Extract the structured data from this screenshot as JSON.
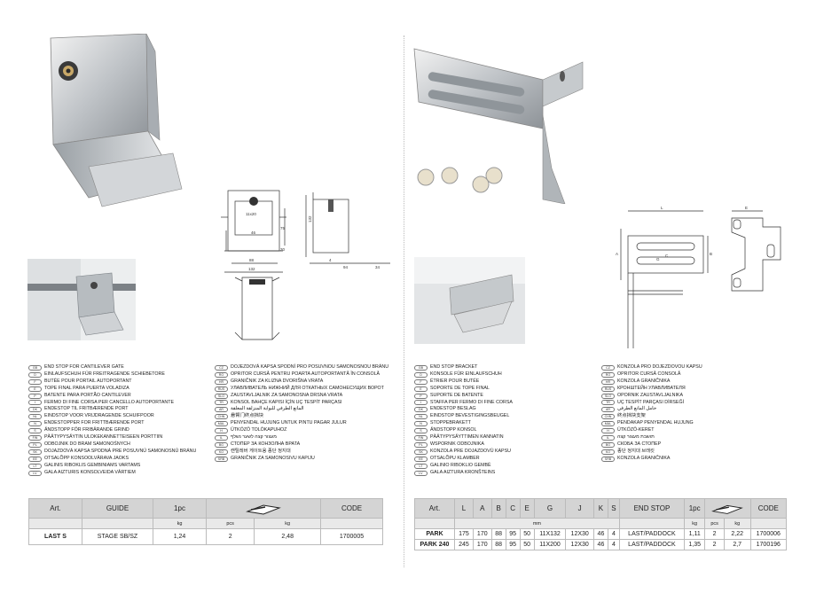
{
  "left": {
    "drawing_front": {
      "dim_top": "11x20",
      "dim_46": "46",
      "dim_75": "75",
      "dim_88": "88",
      "dim_132": "132",
      "dim_30": "30"
    },
    "drawing_side": {
      "dim_132": "132",
      "dim_4": "4",
      "dim_94": "94",
      "dim_34": "34"
    },
    "languages": [
      {
        "code": "GB",
        "text": "END STOP FOR CANTILEVER GATE"
      },
      {
        "code": "D",
        "text": "EINLAUFSCHUH FÜR FREITRAGENDE SCHIEBETORE"
      },
      {
        "code": "F",
        "text": "BUTÉE POUR PORTAIL AUTOPORTANT"
      },
      {
        "code": "E",
        "text": "TOPE FINAL PARA PUERTA VOLADIZA"
      },
      {
        "code": "P",
        "text": "BATENTE PARA PORTÃO CANTILEVER"
      },
      {
        "code": "I",
        "text": "FERMO DI FINE CORSA PER CANCELLO AUTOPORTANTE"
      },
      {
        "code": "DK",
        "text": "ENDESTOP TIL FRITBÆRENDE PORT"
      },
      {
        "code": "NL",
        "text": "EINDSTOP VOOR VRIJDRAGENDE SCHUIFPOOR"
      },
      {
        "code": "N",
        "text": "ENDESTOPPER FOR FRITTBÆRENDE PORT"
      },
      {
        "code": "S",
        "text": "ÄNDSTOPP FÖR FRIBÄRANDE GRIND"
      },
      {
        "code": "FIN",
        "text": "PÄÄTYPYSÄYTIN ULOKEKANNETTEISEEN PORTTIIN"
      },
      {
        "code": "PL",
        "text": "ODBOJNIK DO BRAM SAMONOŚNYCH"
      },
      {
        "code": "SK",
        "text": "DOJAZDOVÁ KAPSA SPODNÁ PRE POSUVNÚ SAMONOSNÚ BRÁNU"
      },
      {
        "code": "EE",
        "text": "OTSALÕPP KONSOOLVÄRAVA JAOKS"
      },
      {
        "code": "LT",
        "text": "GALINIS RIBOKLIS GEMBINIAMS VARTAMS"
      },
      {
        "code": "LV",
        "text": "GALA AIZTURIS KONSOLVEIDA VĀRTIEM"
      }
    ],
    "languages2": [
      {
        "code": "CZ",
        "text": "DOJEZDOVÁ KAPSA SPODNÍ PRO POSUVNOU SAMONOSNOU BRÁNU"
      },
      {
        "code": "RO",
        "text": "OPRITOR CURSĂ PENTRU POARTA AUTOPORTANTĂ ÎN CONSOLĂ"
      },
      {
        "code": "HR",
        "text": "GRANIČNIK ZA KLIZNA DVORIŠNA VRATA"
      },
      {
        "code": "RUS",
        "text": "УЛАВЛИВАТЕЛЬ НИЖНИЙ ДЛЯ ОТКАТНЫХ САМОНЕСУЩИХ ВОРОТ"
      },
      {
        "code": "SLO",
        "text": "ZAUSTAVLJALNIK ZA SAMONOSNA DRSNA VRATA"
      },
      {
        "code": "TR",
        "text": "KONSOL BAHÇE KAPISI İÇİN UÇ TESPİT PARÇASI"
      },
      {
        "code": "AR",
        "text": "المانع الطرفي للبوابة المنزلقة المعلقة"
      },
      {
        "code": "CHN",
        "text": "悬臂门终点挡块"
      },
      {
        "code": "MAL",
        "text": "PENYENDAL HUJUNG UNTUK PINTU PAGAR JULUR"
      },
      {
        "code": "H",
        "text": "ÜTKÖZŐ TOLÓKAPUHOZ"
      },
      {
        "code": "IL",
        "text": "מעצור קצה לשער נשלף"
      },
      {
        "code": "BG",
        "text": "СТОПЕР ЗА КОНЗОЛНА ВРАТА"
      },
      {
        "code": "KO",
        "text": "캔틸레버 게이트용 종단 정지대"
      },
      {
        "code": "SRB",
        "text": "GRANIČNIK ZA SAMONOSIVU KAPIJU"
      }
    ],
    "table": {
      "headers": [
        "Art.",
        "GUIDE",
        "1pc",
        "",
        "CODE"
      ],
      "units": [
        "",
        "",
        "kg",
        "pcs",
        "kg",
        ""
      ],
      "rows": [
        {
          "art": "LAST S",
          "guide": "STAGE SB/SZ",
          "kg": "1,24",
          "pcs": "2",
          "kg2": "2,48",
          "code": "1700005"
        }
      ]
    }
  },
  "right": {
    "drawing_dims": {
      "l": "L",
      "a": "A",
      "b": "B",
      "c": "C",
      "e": "E",
      "g": "G"
    },
    "languages": [
      {
        "code": "GB",
        "text": "END STOP BRACKET"
      },
      {
        "code": "D",
        "text": "KONSOLE FÜR EINLAUFSCHUH"
      },
      {
        "code": "F",
        "text": "ÉTRIER POUR BUTÉE"
      },
      {
        "code": "E",
        "text": "SOPORTE DE TOPE FINAL"
      },
      {
        "code": "P",
        "text": "SUPORTE DE BATENTE"
      },
      {
        "code": "I",
        "text": "STAFFA PER FERMO DI FINE CORSA"
      },
      {
        "code": "DK",
        "text": "ENDESTOP BESLAG"
      },
      {
        "code": "NL",
        "text": "EINDSTOP BEVESTIGINGSBEUGEL"
      },
      {
        "code": "N",
        "text": "STOPPEBRAKETT"
      },
      {
        "code": "S",
        "text": "ÄNDSTOPP KONSOL"
      },
      {
        "code": "FIN",
        "text": "PÄÄTYPYSÄYTTIMEN KANNATIN"
      },
      {
        "code": "PL",
        "text": "WSPORNIK ODBOJNIKA"
      },
      {
        "code": "SK",
        "text": "KONZOLA PRE DOJAZDOVÚ KAPSU"
      },
      {
        "code": "EE",
        "text": "OTSALÕPU KLAMBER"
      },
      {
        "code": "LT",
        "text": "GALINIO RIBOKLIO GEMBĖ"
      },
      {
        "code": "LV",
        "text": "GALA AIZTURA KRONŠTEINS"
      }
    ],
    "languages2": [
      {
        "code": "CZ",
        "text": "KONZOLA PRO DOJEZDOVOU KAPSU"
      },
      {
        "code": "RO",
        "text": "OPRITOR CURSĂ CONSOLĂ"
      },
      {
        "code": "HR",
        "text": "KONZOLA GRANIČNIKA"
      },
      {
        "code": "RUS",
        "text": "КРОНШТЕЙН УЛАВЛИВАТЕЛЯ"
      },
      {
        "code": "SLO",
        "text": "OPORNIK ZAUSTAVLJALNIKA"
      },
      {
        "code": "TR",
        "text": "UÇ TESPİT PARÇASI DİRSEĞİ"
      },
      {
        "code": "AR",
        "text": "حامل المانع الطرفي"
      },
      {
        "code": "CHN",
        "text": "终点挡块支架"
      },
      {
        "code": "MAL",
        "text": "PENDAKAP PENYENDAL HUJUNG"
      },
      {
        "code": "H",
        "text": "ÜTKÖZŐ-KERET"
      },
      {
        "code": "IL",
        "text": "תושבת מעצור קצה"
      },
      {
        "code": "BG",
        "text": "СКОБА ЗА СТОПЕР"
      },
      {
        "code": "KO",
        "text": "종단 정지대 브래킷"
      },
      {
        "code": "SRB",
        "text": "KONZOLA GRANIČNIKA"
      }
    ],
    "table": {
      "headers": [
        "Art.",
        "L",
        "A",
        "B",
        "C",
        "E",
        "G",
        "J",
        "K",
        "S",
        "END STOP",
        "1pc",
        "",
        "CODE"
      ],
      "mm_label": "mm",
      "units": [
        "kg",
        "pcs",
        "kg"
      ],
      "rows": [
        {
          "art": "PARK",
          "L": "175",
          "A": "170",
          "B": "88",
          "C": "95",
          "E": "50",
          "G": "11X132",
          "J": "12X30",
          "K": "46",
          "S": "4",
          "stop": "LAST/PADDOCK",
          "kg": "1,11",
          "pcs": "2",
          "kg2": "2,22",
          "code": "1700006"
        },
        {
          "art": "PARK 240",
          "L": "245",
          "A": "170",
          "B": "88",
          "C": "95",
          "E": "50",
          "G": "11X200",
          "J": "12X30",
          "K": "46",
          "S": "4",
          "stop": "LAST/PADDOCK",
          "kg": "1,35",
          "pcs": "2",
          "kg2": "2,7",
          "code": "1700196"
        }
      ]
    }
  }
}
